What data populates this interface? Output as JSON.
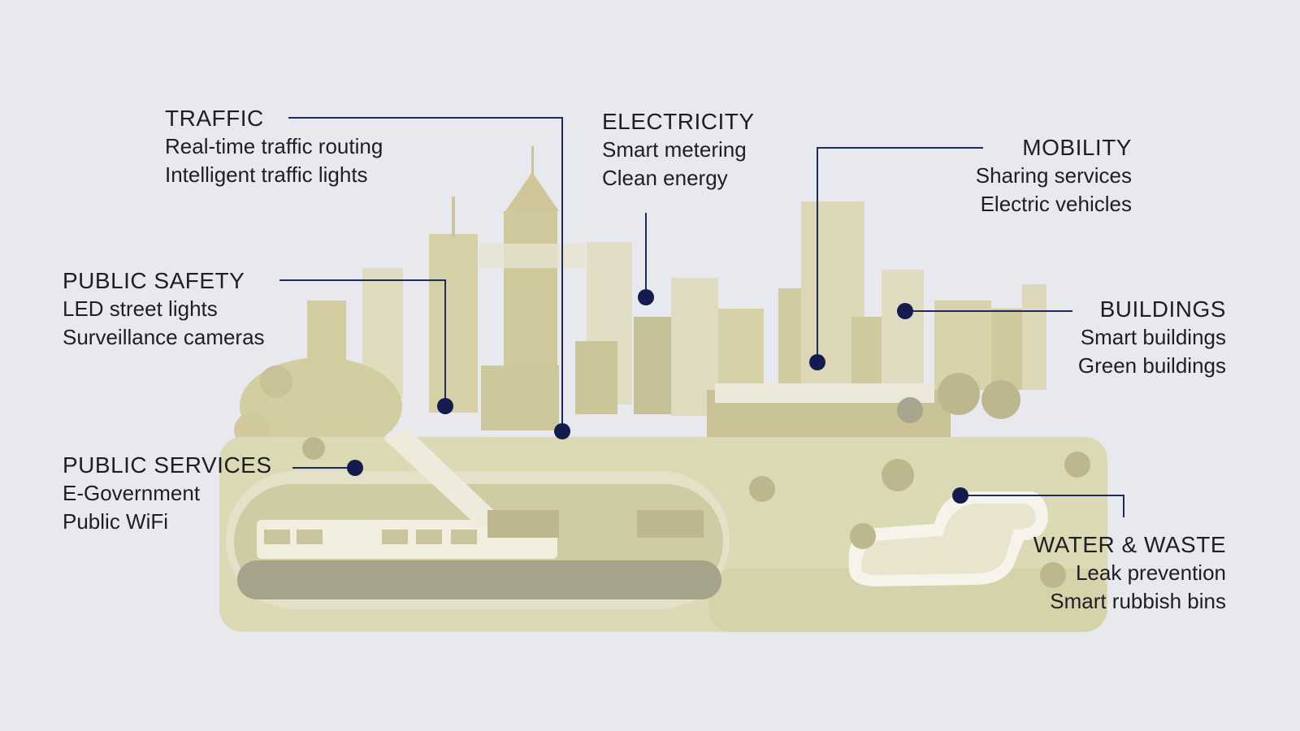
{
  "colors": {
    "background": "#e8e9ef",
    "accent": "#141c4f",
    "ground": "#dcd9b5",
    "building": "#d6d1a8",
    "building_dark": "#bdb78e"
  },
  "labels": {
    "traffic": {
      "title": "TRAFFIC",
      "items": [
        "Real-time traffic routing",
        "Intelligent traffic lights"
      ]
    },
    "electricity": {
      "title": "ELECTRICITY",
      "items": [
        "Smart metering",
        "Clean energy"
      ]
    },
    "mobility": {
      "title": "MOBILITY",
      "items": [
        "Sharing services",
        "Electric vehicles"
      ]
    },
    "public_safety": {
      "title": "PUBLIC SAFETY",
      "items": [
        "LED street lights",
        "Surveillance cameras"
      ]
    },
    "buildings": {
      "title": "BUILDINGS",
      "items": [
        "Smart buildings",
        "Green buildings"
      ]
    },
    "public_services": {
      "title": "PUBLIC SERVICES",
      "items": [
        "E-Government",
        "Public WiFi"
      ]
    },
    "water_waste": {
      "title": "WATER & WASTE",
      "items": [
        "Leak prevention",
        "Smart rubbish bins"
      ]
    }
  }
}
